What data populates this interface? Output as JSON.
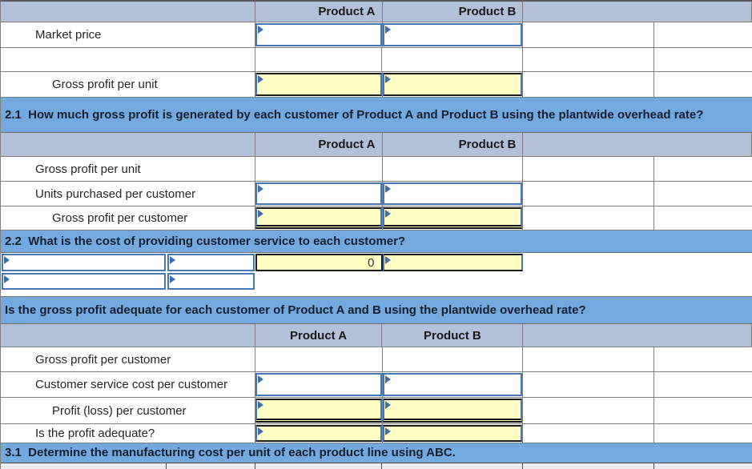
{
  "top_table": {
    "col_product_a": "Product A",
    "col_product_b": "Product B",
    "row_market_price": "Market price",
    "row_gross_profit_per_unit": "Gross profit per unit"
  },
  "section_2_1": {
    "title": "2.1  How much gross profit is generated by each customer of Product A and Product B using the plantwide overhead rate?",
    "col_product_a": "Product A",
    "col_product_b": "Product B",
    "row_gross_profit_per_unit": "Gross profit per unit",
    "row_units_purchased": "Units purchased per customer",
    "row_gross_profit_per_customer": "Gross profit per customer"
  },
  "section_2_2": {
    "title": "2.2  What is the cost of providing customer service to each customer?",
    "computed_total": "0"
  },
  "section_adequate": {
    "title": "Is the gross profit adequate for each customer of Product A and B using the plantwide overhead rate?",
    "col_product_a": "Product A",
    "col_product_b": "Product B",
    "row_gross_profit_per_customer": "Gross profit per customer",
    "row_customer_service_cost": "Customer service cost per customer",
    "row_profit_loss": "Profit (loss) per customer",
    "row_is_profit_adequate": "Is the profit adequate?"
  },
  "section_3_1": {
    "title": "3.1  Determine the manufacturing cost per unit of each product line using ABC."
  },
  "colors": {
    "header_fill": "#b2c0d8",
    "band_fill": "#74a9e0",
    "input_highlight_fill": "#ffffc3",
    "input_border_blue": "#4576b5",
    "input_border_dark": "#1c1c1c",
    "gridline": "#808080"
  }
}
